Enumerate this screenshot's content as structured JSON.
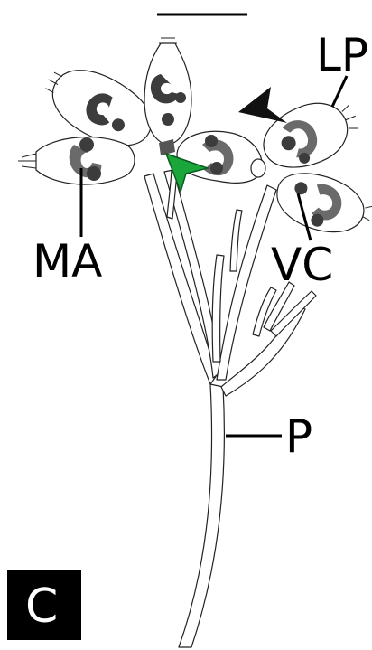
{
  "figure": {
    "panel_letter": "C",
    "labels": {
      "lp": "LP",
      "ma": "MA",
      "vc": "VC",
      "p": "P"
    },
    "colors": {
      "panel_bg": "#000000",
      "panel_text": "#ffffff",
      "green_arrow": "#1aa63a",
      "black_arrow": "#111111",
      "ink": "#222222",
      "cell_dark": "#3c3c3c",
      "cell_mid": "#6a6a6a"
    }
  }
}
